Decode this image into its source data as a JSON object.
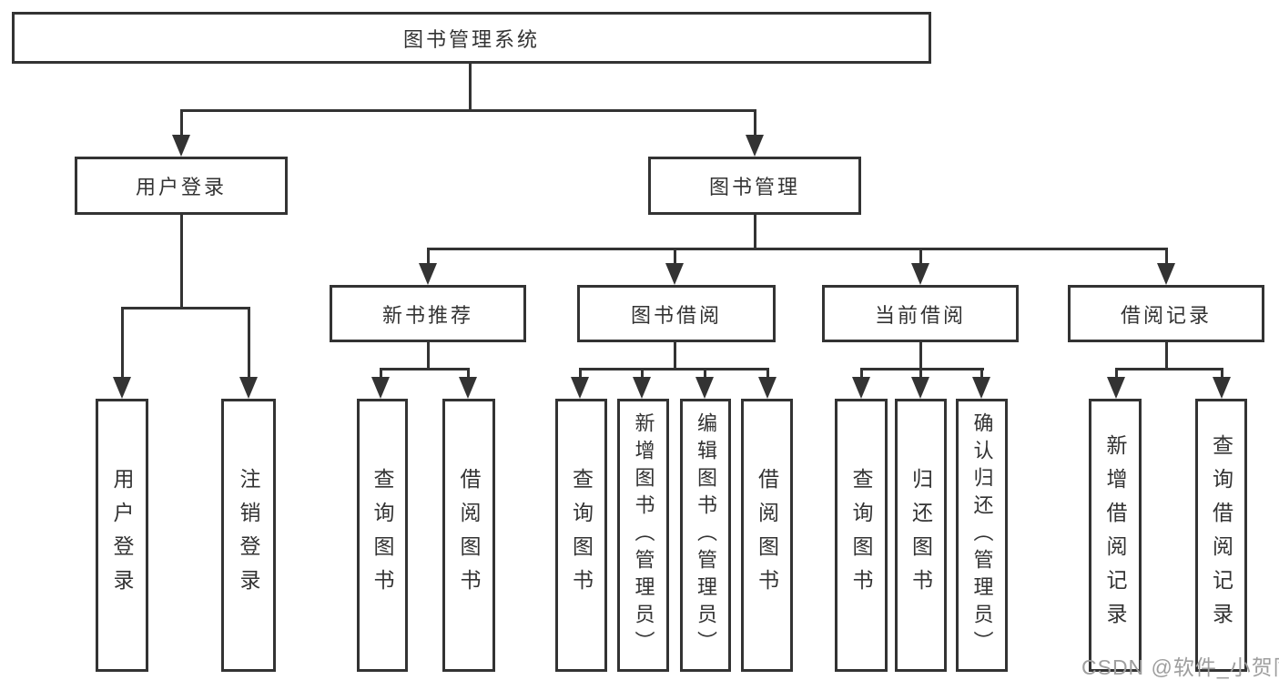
{
  "diagram": {
    "root": {
      "label": "图书管理系统"
    },
    "level2": [
      {
        "label": "用户登录"
      },
      {
        "label": "图书管理"
      }
    ],
    "level3": [
      {
        "label": "新书推荐"
      },
      {
        "label": "图书借阅"
      },
      {
        "label": "当前借阅"
      },
      {
        "label": "借阅记录"
      }
    ],
    "leaves": {
      "user_login": [
        "用户登录",
        "注销登录"
      ],
      "new_book": [
        "查询图书",
        "借阅图书"
      ],
      "book_borrow": [
        "查询图书",
        "新增图书（管理员）",
        "编辑图书（管理员）",
        "借阅图书"
      ],
      "current_borrow": [
        "查询图书",
        "归还图书",
        "确认归还（管理员）"
      ],
      "borrow_records": [
        "新增借阅记录",
        "查询借阅记录"
      ]
    }
  },
  "watermark": "CSDN @软件_小贺同学",
  "colors": {
    "line": "#333333",
    "text": "#333333",
    "watermark": "#9e9e9e",
    "background": "#ffffff"
  }
}
